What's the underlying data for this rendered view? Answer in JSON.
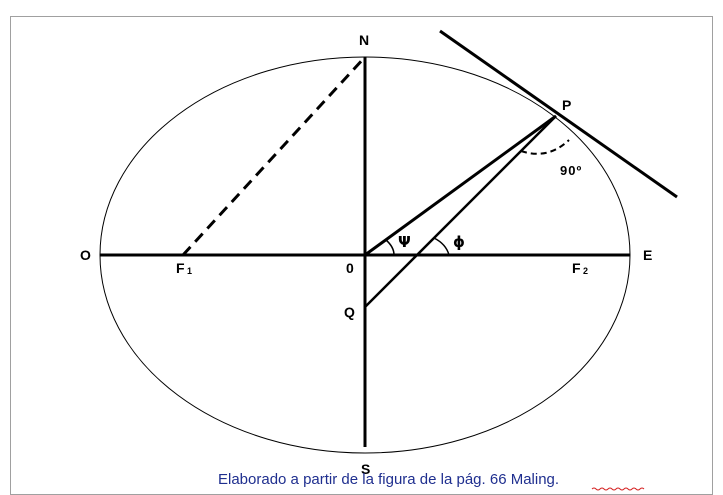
{
  "labels": {
    "north": "N",
    "south": "S",
    "west": "O",
    "east": "E",
    "center": "0",
    "point_p": "P",
    "point_q": "Q",
    "focus_1": "F",
    "focus_1_sub": "1",
    "focus_2": "F",
    "focus_2_sub": "2",
    "psi": "Ψ",
    "phi": "ϕ",
    "right_angle": "90º"
  },
  "caption": {
    "prefix": "Elaborado a partir de la figura de la pág. 66 ",
    "author": "Maling."
  },
  "colors": {
    "line": "#000000",
    "frame": "#a0a0a0",
    "caption": "#1f2f8f",
    "spellcheck": "#d42020"
  }
}
